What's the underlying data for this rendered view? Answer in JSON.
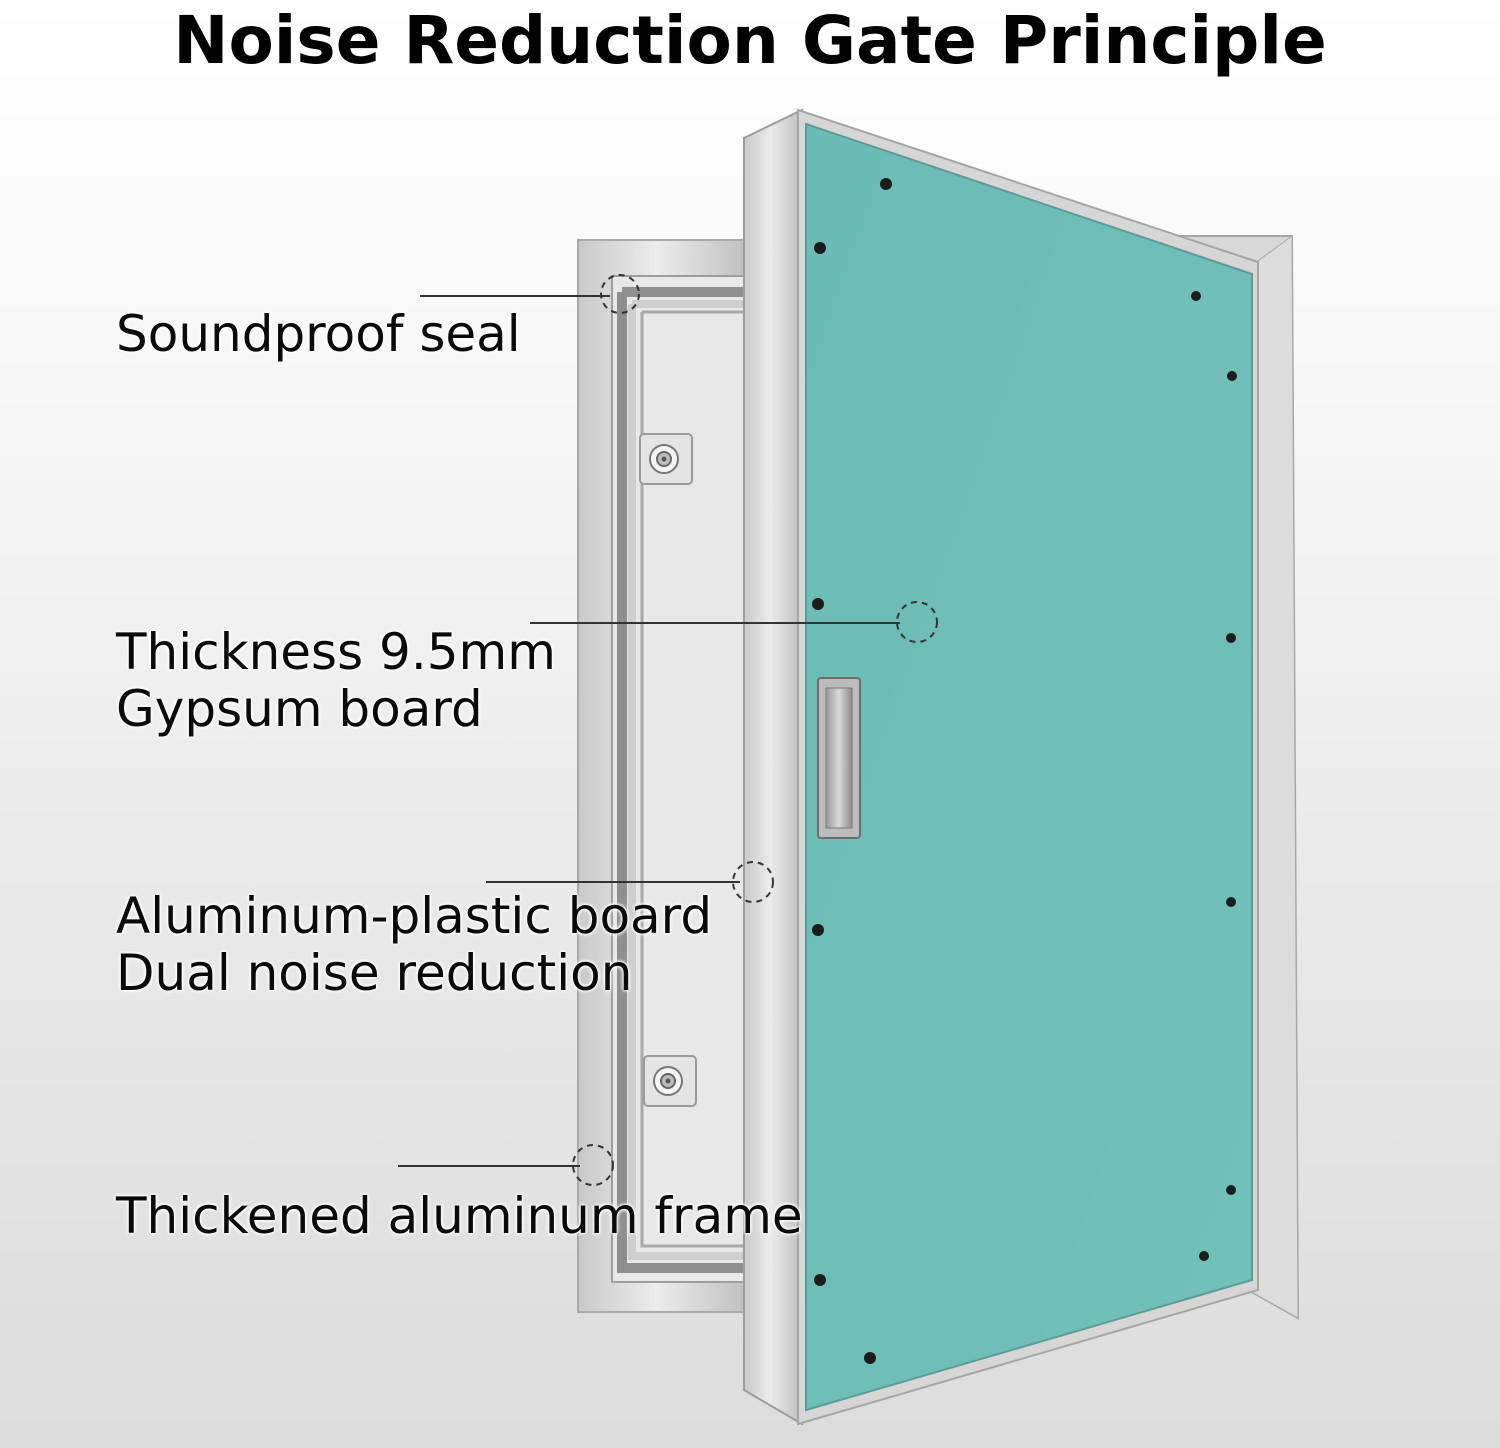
{
  "title": "Noise Reduction Gate Principle",
  "colors": {
    "panel": "#6fbcb6",
    "frame": "#d3d3d3",
    "leader_line": "#333333",
    "text": "#000000"
  },
  "callouts": [
    {
      "lines": [
        "Soundproof seal"
      ]
    },
    {
      "lines": [
        "Thickness 9.5mm",
        "Gypsum board"
      ]
    },
    {
      "lines": [
        "Aluminum-plastic board",
        "Dual noise reduction"
      ]
    },
    {
      "lines": [
        "Thickened aluminum frame"
      ]
    }
  ]
}
